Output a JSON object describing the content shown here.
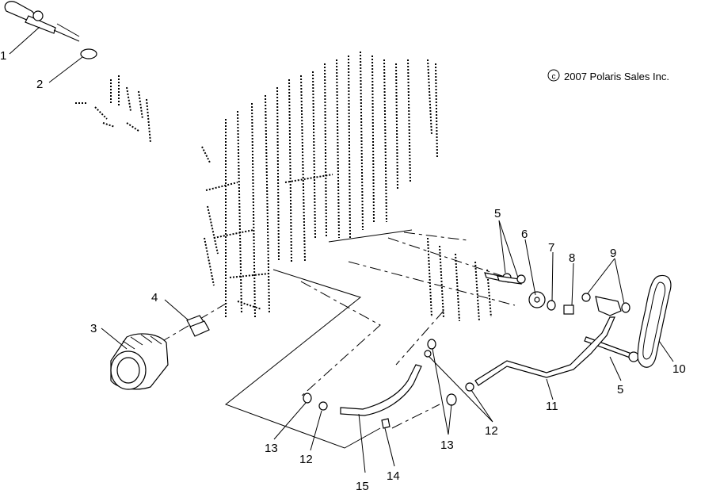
{
  "copyright": "2007 Polaris Sales Inc.",
  "copyright_symbol": "c",
  "callouts": {
    "c1": "1",
    "c2": "2",
    "c3": "3",
    "c4": "4",
    "c5a": "5",
    "c5b": "5",
    "c6": "6",
    "c7": "7",
    "c8": "8",
    "c9": "9",
    "c10": "10",
    "c11": "11",
    "c12a": "12",
    "c12b": "12",
    "c13a": "13",
    "c13b": "13",
    "c14": "14",
    "c15": "15"
  }
}
